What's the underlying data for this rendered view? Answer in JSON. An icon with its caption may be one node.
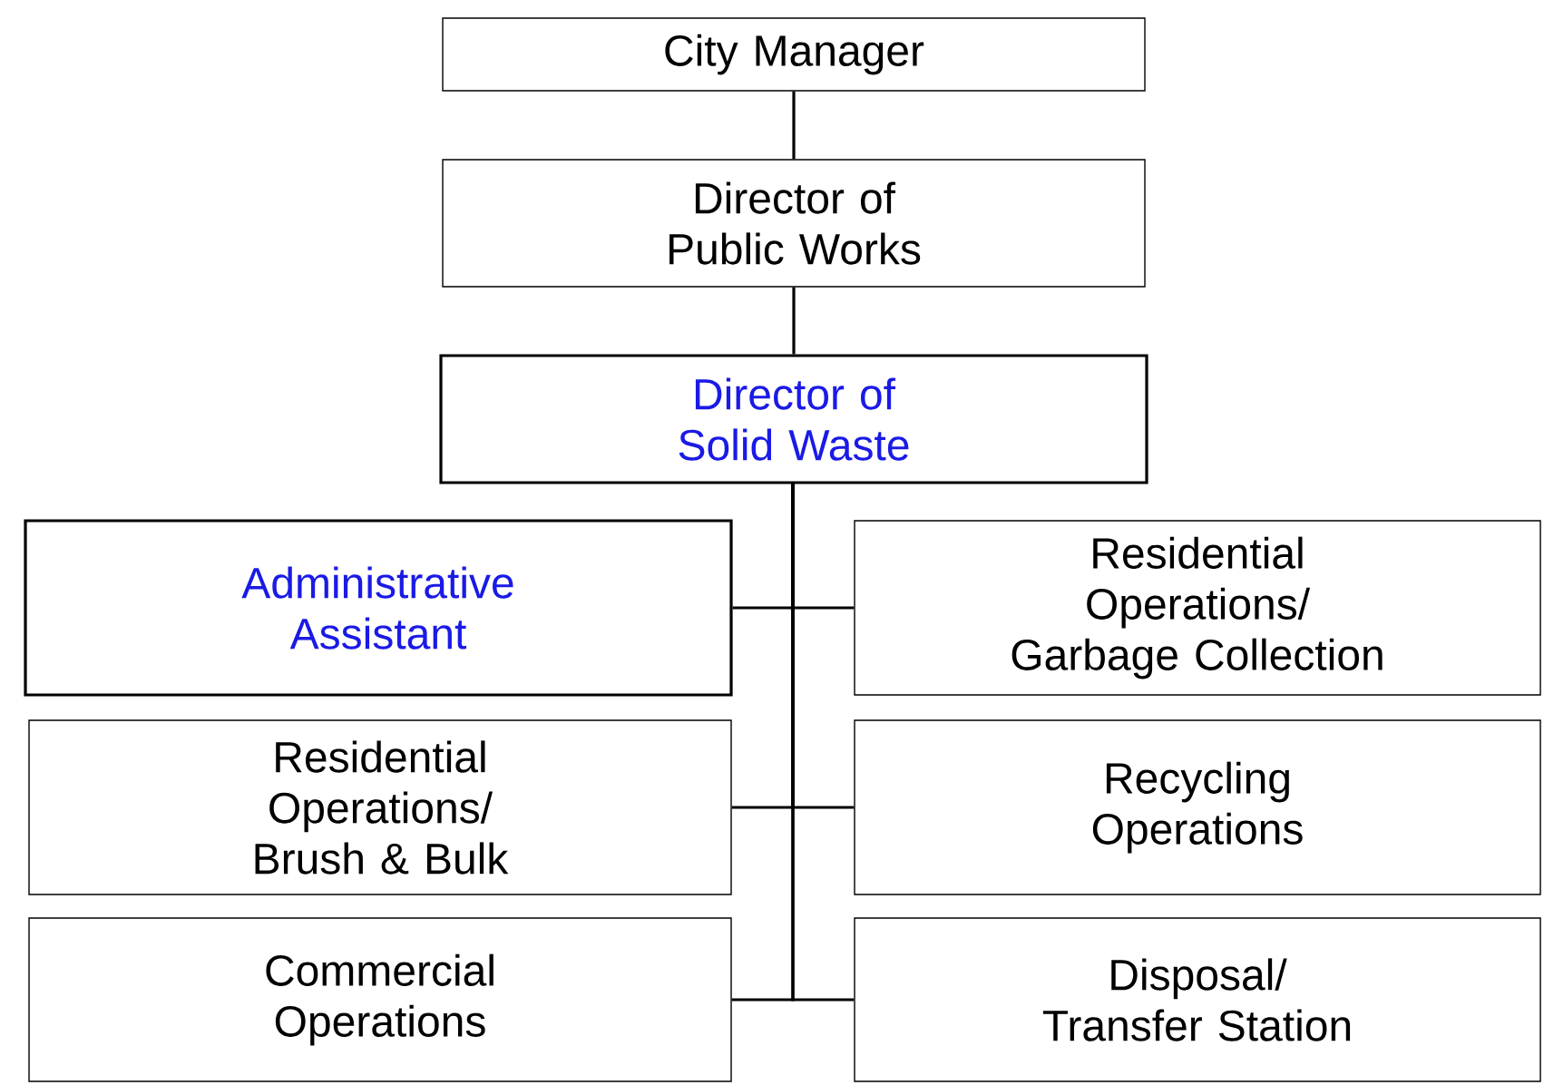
{
  "diagram": {
    "nodes": [
      {
        "text": [
          "City Manager"
        ]
      },
      {
        "text": [
          "Director of Public Works"
        ]
      },
      {
        "text": [
          "Director of Solid Waste"
        ]
      },
      {
        "text": [
          "Administrative Assistant"
        ]
      },
      {
        "text": [
          "Residential Operations/ Garbage Collection"
        ]
      },
      {
        "text": [
          "Residential Operations/ Brush & Bulk"
        ]
      },
      {
        "text": [
          "Recycling Operations"
        ]
      },
      {
        "text": [
          "Commercial Operations"
        ]
      },
      {
        "text": [
          "Disposal/ Transfer Station"
        ]
      }
    ],
    "edges": [
      {
        "from": 0,
        "to": 1,
        "arrow": "none"
      },
      {
        "from": 1,
        "to": 2,
        "arrow": "none"
      },
      {
        "from": 2,
        "to": 3,
        "arrow": "none"
      },
      {
        "from": 2,
        "to": 4,
        "arrow": "none"
      },
      {
        "from": 2,
        "to": 5,
        "arrow": "none"
      },
      {
        "from": 2,
        "to": 6,
        "arrow": "none"
      },
      {
        "from": 2,
        "to": 7,
        "arrow": "none"
      },
      {
        "from": 2,
        "to": 8,
        "arrow": "none"
      }
    ]
  }
}
